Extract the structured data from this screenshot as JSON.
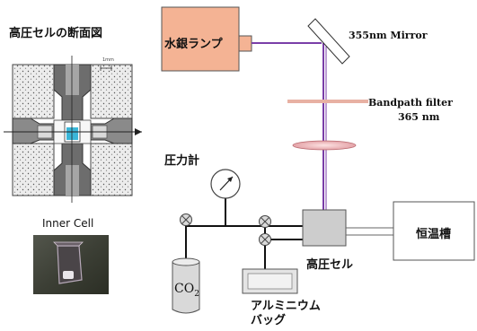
{
  "cross_section_title": "高圧セルの断面図",
  "cross_section_scale": "1mm",
  "inner_cell_label": "Inner Cell",
  "lamp_label": "水銀ランプ",
  "mirror_label": "355nm Mirror",
  "filter_label": "Bandpath filter",
  "filter_wavelength": "365 nm",
  "gauge_label": "圧力計",
  "cell_label": "高圧セル",
  "thermostat_label": "恒温槽",
  "co2_base": "CO",
  "co2_sub": "2",
  "bag_line1": "アルミニウム",
  "bag_line2": "バッグ",
  "colors": {
    "lamp_fill": "#f4b394",
    "beam": "#7a3ea8",
    "filter": "#e8b1a3",
    "lens": "#f0c6c6",
    "cell_fill": "#cdcdcd",
    "liquid": "#3ab6d8"
  }
}
